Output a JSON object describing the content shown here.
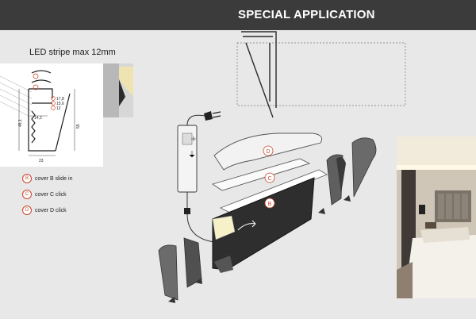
{
  "header": {
    "title": "SPECIAL APPLICATION"
  },
  "subtitle": "LED stripe max 12mm",
  "drawing": {
    "dims": {
      "d1": "17,8",
      "d2": "15,6",
      "d3": "12",
      "d4": "14,2",
      "d5": "46,1",
      "d6": "55",
      "d7": "23"
    }
  },
  "legend": [
    {
      "badge": "B",
      "label": "cover B slide in"
    },
    {
      "badge": "C",
      "label": "cover C click"
    },
    {
      "badge": "D",
      "label": "cover D click"
    }
  ],
  "callouts": {
    "d": "D",
    "c": "C",
    "b": "B"
  },
  "colors": {
    "header_bg": "#3b3b3b",
    "accent": "#c8462b",
    "profile_dark": "#2e2e2e"
  }
}
